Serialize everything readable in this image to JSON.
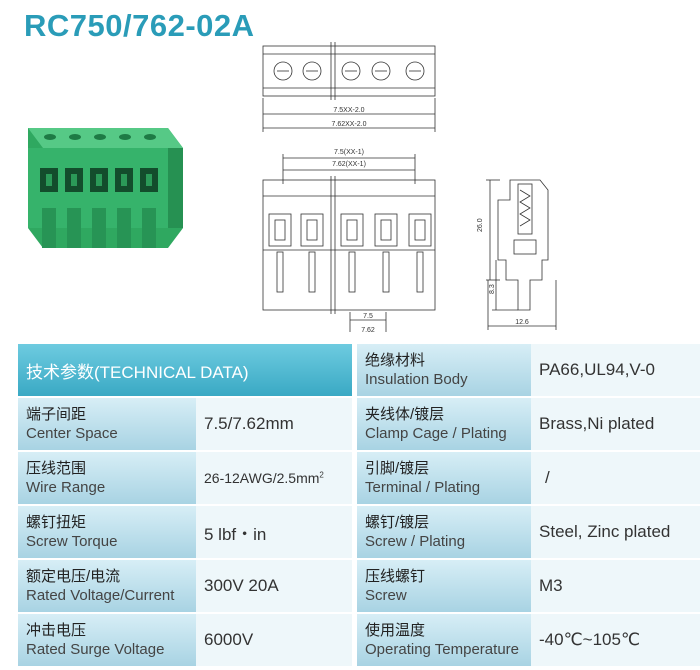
{
  "title": "RC750/762-02A",
  "drawings": {
    "top_dim_1": "7.5XX-2.0",
    "top_dim_2": "7.62XX-2.0",
    "front_dim_1": "7.5(XX-1)",
    "front_dim_2": "7.62(XX-1)",
    "front_pitch_1": "7.5",
    "front_pitch_2": "7.62",
    "side_height": "26.0",
    "side_pin": "8.3",
    "side_width": "12.6"
  },
  "table": {
    "header": "技术参数(TECHNICAL DATA)",
    "left": [
      {
        "cn": "端子间距",
        "en": "Center Space",
        "value": "7.5/7.62mm"
      },
      {
        "cn": "压线范围",
        "en": "Wire Range",
        "value": "26-12AWG/2.5mm",
        "sup": "2"
      },
      {
        "cn": "螺钉扭矩",
        "en": "Screw Torque",
        "value": "5 lbf・in"
      },
      {
        "cn": "额定电压/电流",
        "en": "Rated Voltage/Current",
        "value": "300V 20A"
      },
      {
        "cn": "冲击电压",
        "en": "Rated Surge Voltage",
        "value": "6000V"
      }
    ],
    "right": [
      {
        "cn": "绝缘材料",
        "en": "Insulation Body",
        "value": "PA66,UL94,V-0"
      },
      {
        "cn": "夹线体/镀层",
        "en": "Clamp Cage / Plating",
        "value": "Brass,Ni plated"
      },
      {
        "cn": "引脚/镀层",
        "en": "Terminal / Plating",
        "value": "/"
      },
      {
        "cn": "螺钉/镀层",
        "en": "Screw / Plating",
        "value": "Steel, Zinc plated"
      },
      {
        "cn": "压线螺钉",
        "en": "Screw",
        "value": "M3"
      },
      {
        "cn": "使用温度",
        "en": "Operating Temperature",
        "value": "-40℃~105℃"
      }
    ]
  },
  "colors": {
    "title": "#2a9cb8",
    "header": "#3aa9c4",
    "label_bg": "#b9dcea",
    "product_green": "#3cb371"
  }
}
